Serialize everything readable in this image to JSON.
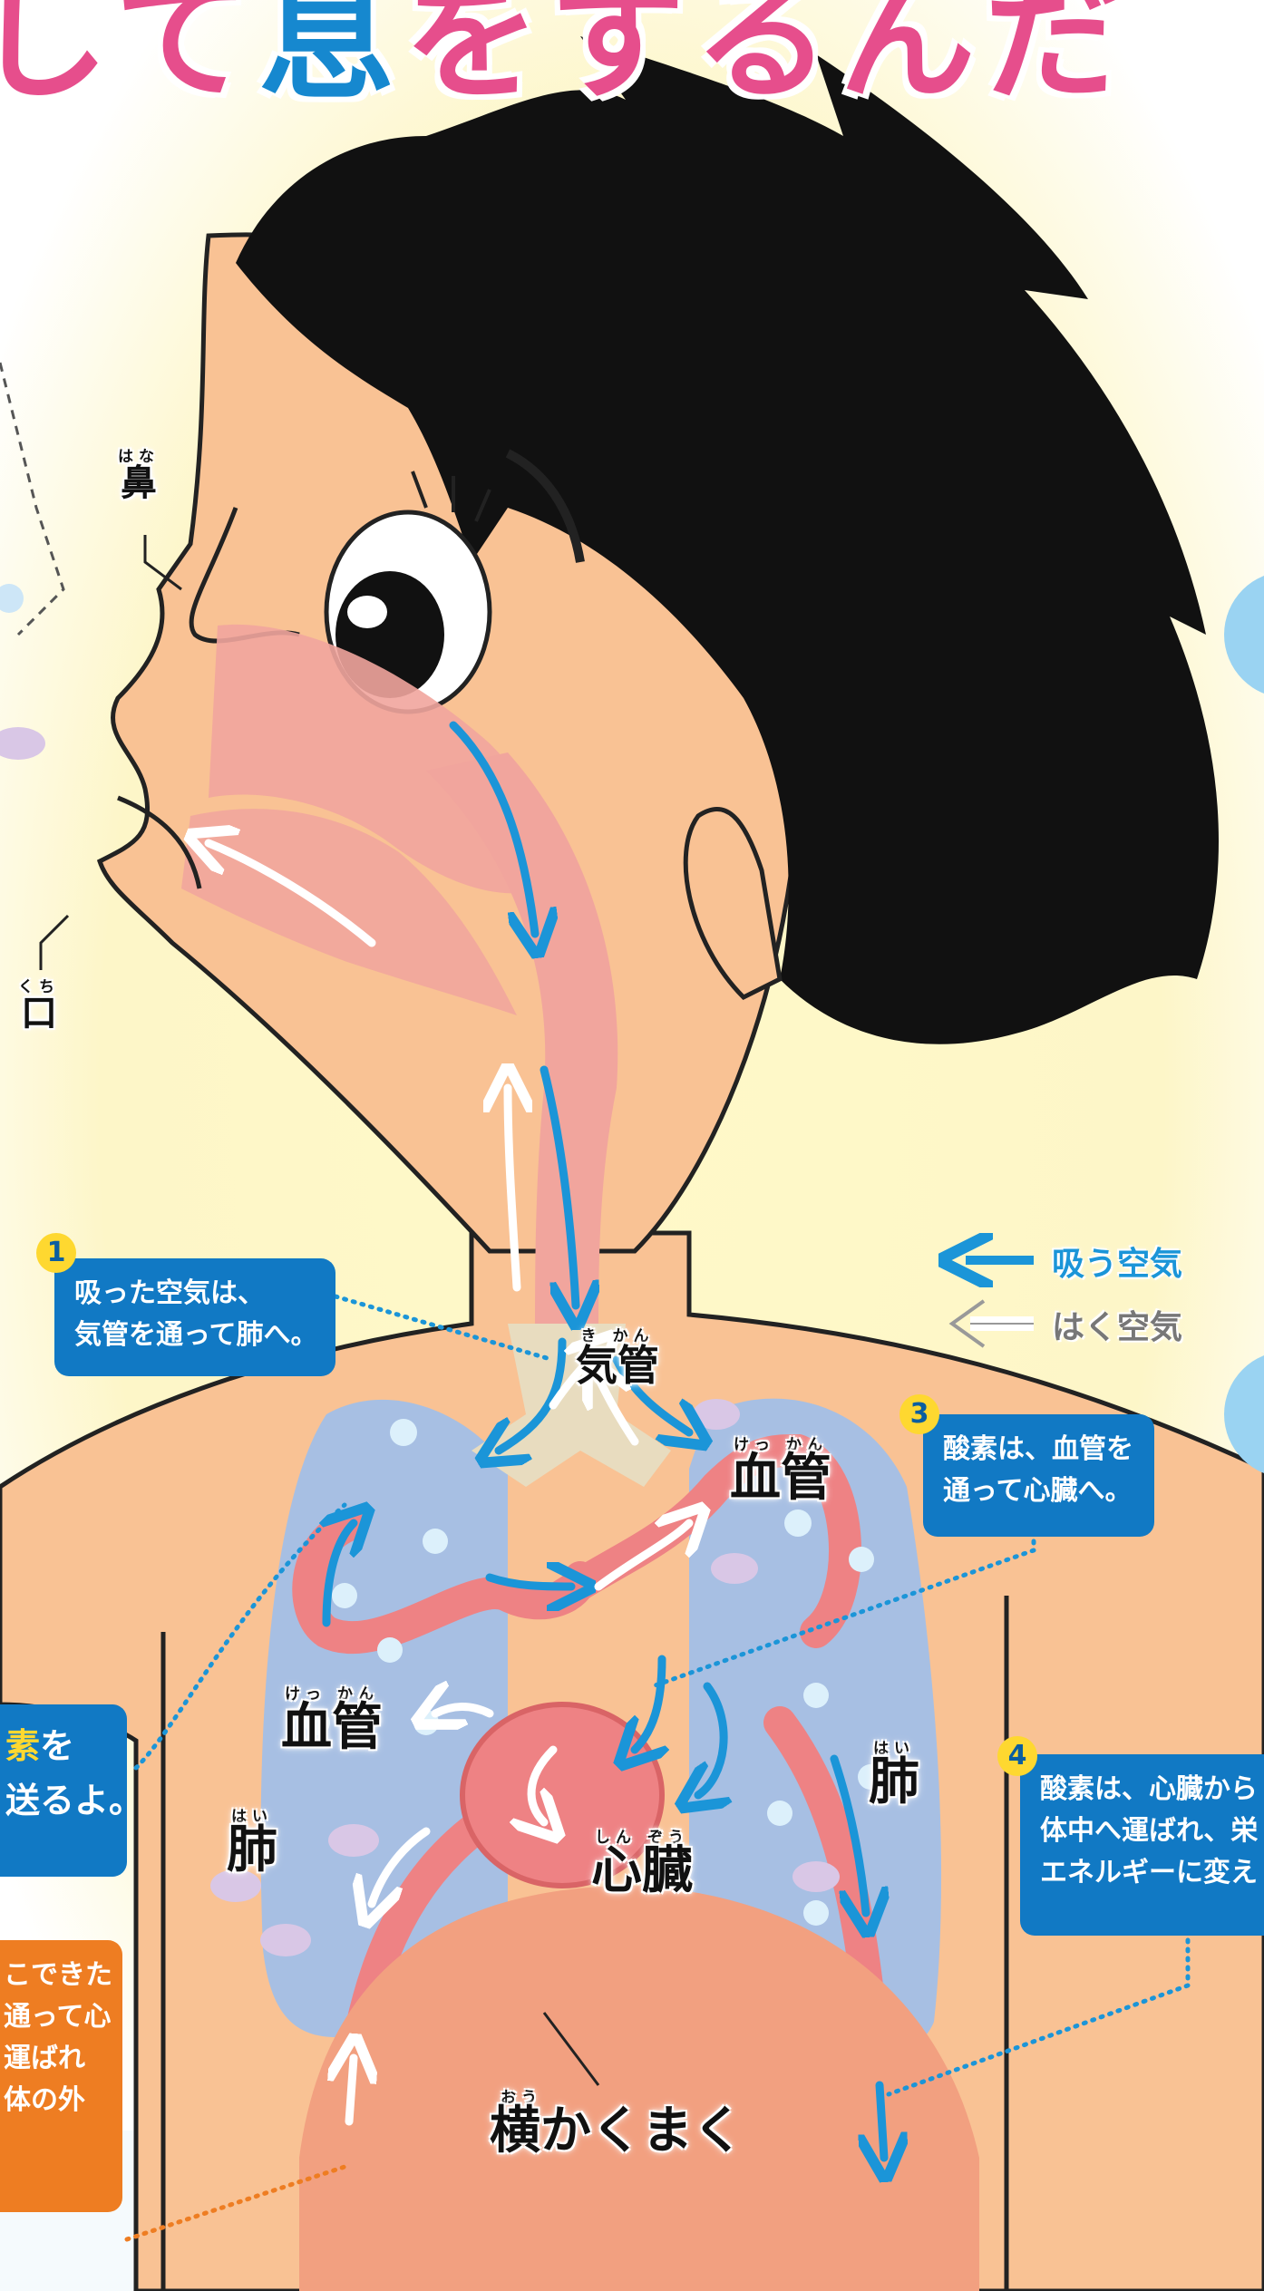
{
  "title": {
    "part1": "して",
    "part2": "息",
    "part3": "をするんだ"
  },
  "labels": {
    "hana": {
      "ruby": "はな",
      "text": "鼻"
    },
    "kuchi": {
      "ruby": "くち",
      "text": "口"
    },
    "kikan": {
      "ruby": "き かん",
      "text": "気管"
    },
    "kekkan_right": {
      "ruby": "けっ かん",
      "text": "血管"
    },
    "kekkan_left": {
      "ruby": "けっ かん",
      "text": "血管"
    },
    "hai_left": {
      "ruby": "はい",
      "text": "肺"
    },
    "hai_right": {
      "ruby": "はい",
      "text": "肺"
    },
    "shinzou": {
      "ruby": "しん ぞう",
      "text": "心臓"
    },
    "oukakumaku": {
      "ruby": "おう",
      "text": "横かくまく"
    }
  },
  "legend": {
    "inhale": "吸う空気",
    "exhale": "はく空気",
    "inhale_color": "#1b95d8",
    "exhale_color": "#ffffff"
  },
  "steps": [
    {
      "number": "1",
      "lines": [
        "吸った空気は、",
        "気管を通って肺へ。"
      ]
    },
    {
      "number": "3",
      "lines": [
        "酸素は、血管を",
        "通って心臓へ。"
      ]
    },
    {
      "number": "4",
      "lines": [
        "酸素は、心臓から",
        "体中へ運ばれ、栄",
        "エネルギーに変え"
      ]
    }
  ],
  "partial_left_box": {
    "highlight": "素",
    "lines": [
      "を",
      "送るよ。"
    ]
  },
  "orange_box": {
    "lines": [
      "こできた",
      "通って心",
      "運ばれ",
      "体の外"
    ]
  },
  "colors": {
    "skin": "#f9c294",
    "hair": "#111111",
    "lung": "#a7bfe3",
    "airway": "#f1a59d",
    "vessel": "#ee8284",
    "diaphragm": "#f2a080",
    "box_blue": "#1179c4",
    "box_orange": "#ee7d22"
  }
}
